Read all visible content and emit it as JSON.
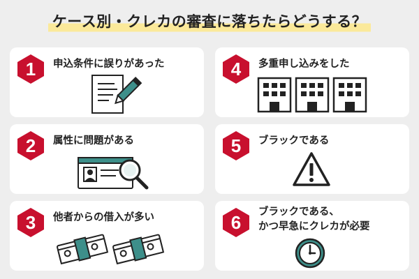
{
  "title": "ケース別・クレカの審査に落ちたらどうする？",
  "colors": {
    "accent": "#c8102e",
    "teal": "#3d8f8a",
    "highlight": "#fbe99a"
  },
  "cards": [
    {
      "number": "1",
      "label": "申込条件に誤りがあった",
      "icon": "form-pen-icon"
    },
    {
      "number": "2",
      "label": "属性に問題がある",
      "icon": "id-card-magnifier-icon"
    },
    {
      "number": "3",
      "label": "他者からの借入が多い",
      "icon": "money-bundle-icon"
    },
    {
      "number": "4",
      "label": "多重申し込みをした",
      "icon": "buildings-icon"
    },
    {
      "number": "5",
      "label": "ブラックである",
      "icon": "warning-icon"
    },
    {
      "number": "6",
      "label_line1": "ブラックである、",
      "label_line2": "かつ早急にクレカが必要",
      "icon": "clock-icon"
    }
  ]
}
